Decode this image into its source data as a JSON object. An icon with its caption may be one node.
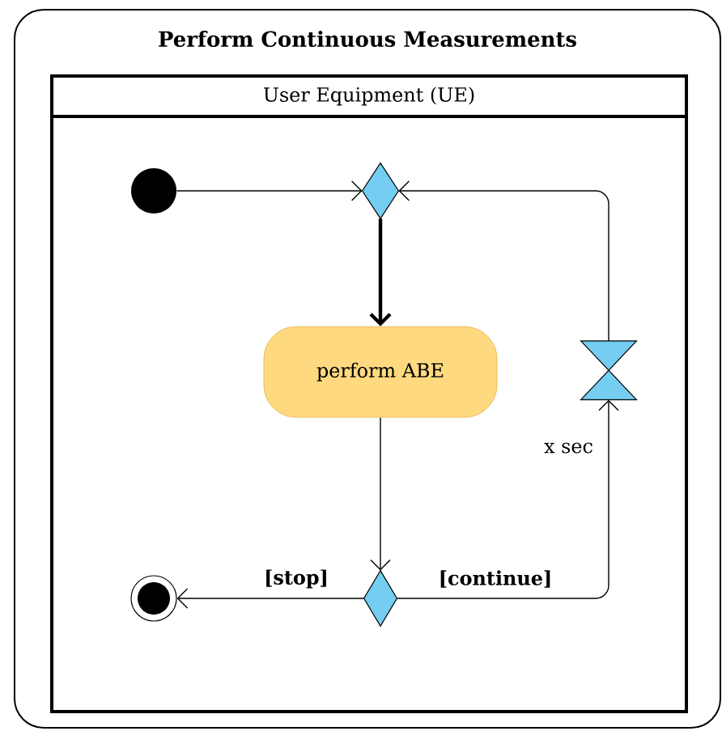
{
  "diagram": {
    "nodes": [
      {
        "text": [
          "Perform Continuous Measurements"
        ]
      },
      {
        "text": [
          "User Equipment (UE)"
        ],
        "in": 0
      },
      {
        "text": [],
        "shape": "circle",
        "in": 1
      },
      {
        "text": [],
        "shape": "diamond",
        "in": 1
      },
      {
        "text": [
          "perform ABE"
        ],
        "in": 1
      },
      {
        "text": [],
        "shape": "hourglass",
        "beside": [
          "x sec"
        ],
        "in": 1
      },
      {
        "text": [],
        "shape": "circle",
        "in": 1
      },
      {
        "text": [],
        "shape": "diamond",
        "in": 1
      }
    ],
    "edges": [
      {
        "from": 2,
        "to": 3,
        "arrow": "to"
      },
      {
        "from": 3,
        "to": 4,
        "arrow": "to",
        "style": "thick"
      },
      {
        "from": 4,
        "to": 7,
        "arrow": "to"
      },
      {
        "from": 7,
        "to": 6,
        "arrow": "to",
        "label": "[stop]"
      },
      {
        "from": 7,
        "to": 5,
        "arrow": "to",
        "label": "[continue]"
      },
      {
        "from": 5,
        "to": 3,
        "arrow": "to"
      }
    ]
  }
}
